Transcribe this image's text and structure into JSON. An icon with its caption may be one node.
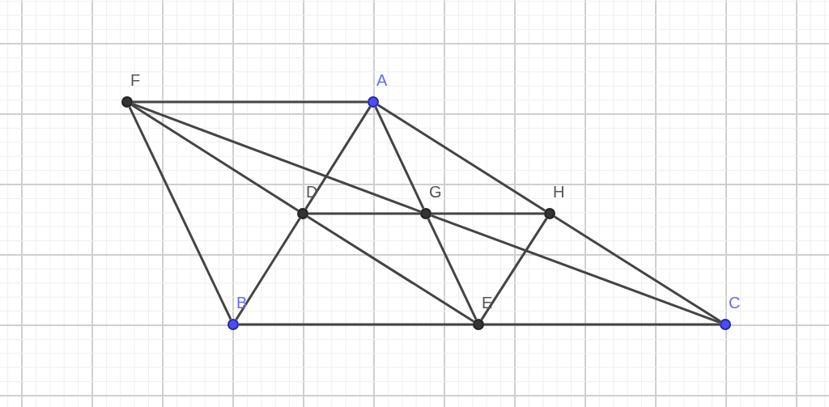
{
  "diagram": {
    "nodes": [
      {
        "text": [
          "F"
        ]
      },
      {
        "text": [
          "A"
        ]
      },
      {
        "text": [
          "D"
        ]
      },
      {
        "text": [
          "G"
        ]
      },
      {
        "text": [
          "H"
        ]
      },
      {
        "text": [
          "B"
        ]
      },
      {
        "text": [
          "E"
        ]
      },
      {
        "text": [
          "C"
        ]
      }
    ],
    "edges": [
      {
        "from": 0,
        "to": 1,
        "arrow": "none"
      },
      {
        "from": 0,
        "to": 5,
        "arrow": "none"
      },
      {
        "from": 0,
        "to": 2,
        "arrow": "none"
      },
      {
        "from": 2,
        "to": 6,
        "arrow": "none"
      },
      {
        "from": 0,
        "to": 3,
        "arrow": "none"
      },
      {
        "from": 3,
        "to": 7,
        "arrow": "none"
      },
      {
        "from": 1,
        "to": 2,
        "arrow": "none"
      },
      {
        "from": 2,
        "to": 5,
        "arrow": "none"
      },
      {
        "from": 1,
        "to": 3,
        "arrow": "none"
      },
      {
        "from": 3,
        "to": 6,
        "arrow": "none"
      },
      {
        "from": 1,
        "to": 4,
        "arrow": "none"
      },
      {
        "from": 4,
        "to": 7,
        "arrow": "none"
      },
      {
        "from": 2,
        "to": 3,
        "arrow": "none"
      },
      {
        "from": 3,
        "to": 4,
        "arrow": "none"
      },
      {
        "from": 5,
        "to": 6,
        "arrow": "none"
      },
      {
        "from": 6,
        "to": 7,
        "arrow": "none"
      },
      {
        "from": 4,
        "to": 6,
        "arrow": "none"
      }
    ]
  }
}
